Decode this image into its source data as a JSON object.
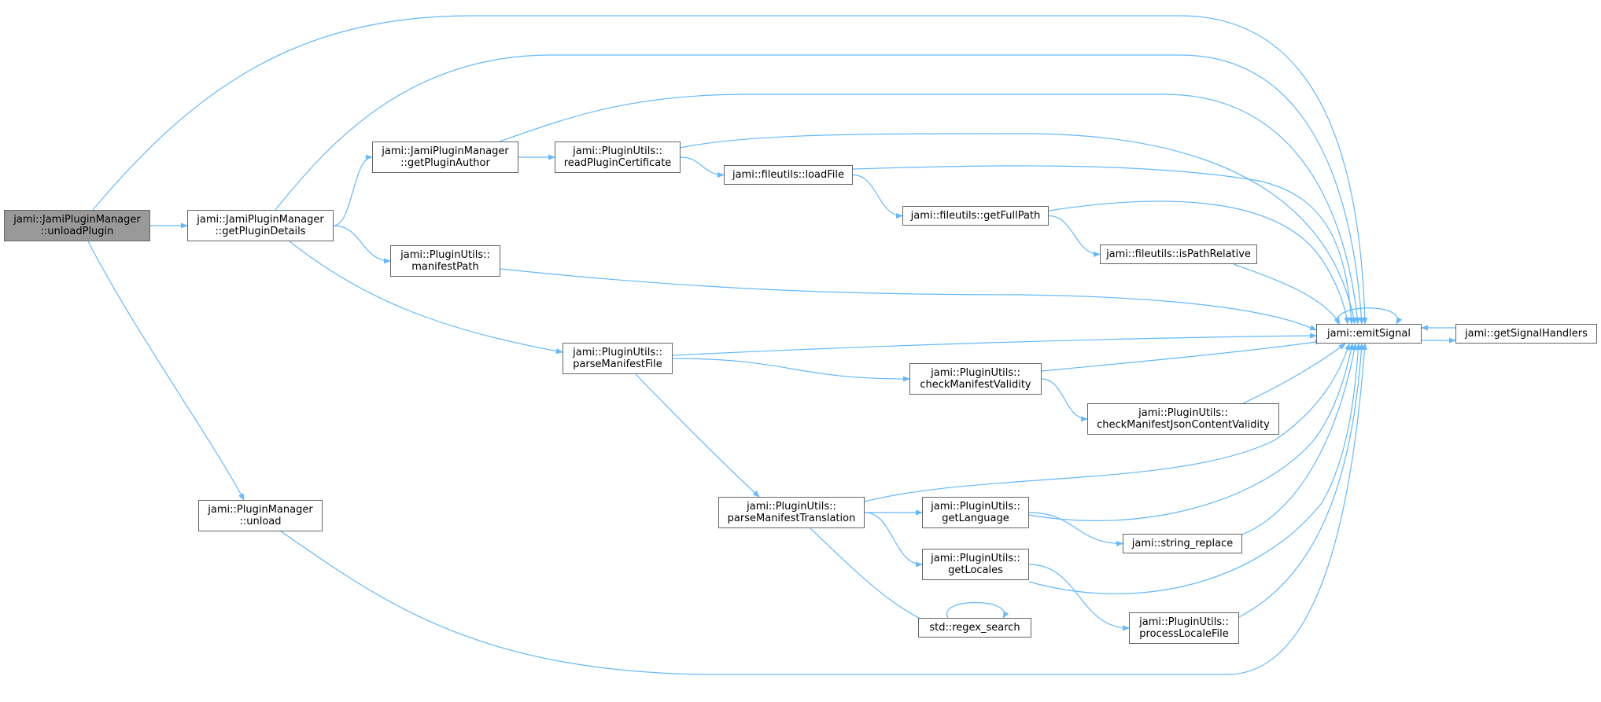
{
  "graph": {
    "edge_color": "#63b8ff",
    "root_fill": "#999999",
    "node_border": "#666666",
    "nodes": [
      {
        "id": "unloadPlugin",
        "lines": [
          "jami::JamiPluginManager",
          "::unloadPlugin"
        ],
        "root": true
      },
      {
        "id": "getPluginDetails",
        "lines": [
          "jami::JamiPluginManager",
          "::getPluginDetails"
        ]
      },
      {
        "id": "pmUnload",
        "lines": [
          "jami::PluginManager",
          "::unload"
        ]
      },
      {
        "id": "getPluginAuthor",
        "lines": [
          "jami::JamiPluginManager",
          "::getPluginAuthor"
        ]
      },
      {
        "id": "manifestPath",
        "lines": [
          "jami::PluginUtils::",
          "manifestPath"
        ]
      },
      {
        "id": "parseManifestFile",
        "lines": [
          "jami::PluginUtils::",
          "parseManifestFile"
        ]
      },
      {
        "id": "readPluginCertificate",
        "lines": [
          "jami::PluginUtils::",
          "readPluginCertificate"
        ]
      },
      {
        "id": "loadFile",
        "lines": [
          "jami::fileutils::loadFile"
        ]
      },
      {
        "id": "getFullPath",
        "lines": [
          "jami::fileutils::getFullPath"
        ]
      },
      {
        "id": "isPathRelative",
        "lines": [
          "jami::fileutils::isPathRelative"
        ]
      },
      {
        "id": "checkManifestValidity",
        "lines": [
          "jami::PluginUtils::",
          "checkManifestValidity"
        ]
      },
      {
        "id": "checkManifestJsonContentValidity",
        "lines": [
          "jami::PluginUtils::",
          "checkManifestJsonContentValidity"
        ]
      },
      {
        "id": "parseManifestTranslation",
        "lines": [
          "jami::PluginUtils::",
          "parseManifestTranslation"
        ]
      },
      {
        "id": "getLanguage",
        "lines": [
          "jami::PluginUtils::",
          "getLanguage"
        ]
      },
      {
        "id": "getLocales",
        "lines": [
          "jami::PluginUtils::",
          "getLocales"
        ]
      },
      {
        "id": "regexSearch",
        "lines": [
          "std::regex_search"
        ]
      },
      {
        "id": "stringReplace",
        "lines": [
          "jami::string_replace"
        ]
      },
      {
        "id": "processLocaleFile",
        "lines": [
          "jami::PluginUtils::",
          "processLocaleFile"
        ]
      },
      {
        "id": "emitSignal",
        "lines": [
          "jami::emitSignal"
        ]
      },
      {
        "id": "getSignalHandlers",
        "lines": [
          "jami::getSignalHandlers"
        ]
      }
    ],
    "edges": [
      [
        "unloadPlugin",
        "getPluginDetails"
      ],
      [
        "unloadPlugin",
        "pmUnload"
      ],
      [
        "unloadPlugin",
        "emitSignal"
      ],
      [
        "getPluginDetails",
        "getPluginAuthor"
      ],
      [
        "getPluginDetails",
        "manifestPath"
      ],
      [
        "getPluginDetails",
        "parseManifestFile"
      ],
      [
        "getPluginDetails",
        "emitSignal"
      ],
      [
        "pmUnload",
        "emitSignal"
      ],
      [
        "getPluginAuthor",
        "readPluginCertificate"
      ],
      [
        "getPluginAuthor",
        "emitSignal"
      ],
      [
        "readPluginCertificate",
        "loadFile"
      ],
      [
        "readPluginCertificate",
        "emitSignal"
      ],
      [
        "loadFile",
        "getFullPath"
      ],
      [
        "loadFile",
        "emitSignal"
      ],
      [
        "getFullPath",
        "isPathRelative"
      ],
      [
        "getFullPath",
        "emitSignal"
      ],
      [
        "isPathRelative",
        "emitSignal"
      ],
      [
        "manifestPath",
        "emitSignal"
      ],
      [
        "parseManifestFile",
        "checkManifestValidity"
      ],
      [
        "parseManifestFile",
        "parseManifestTranslation"
      ],
      [
        "parseManifestFile",
        "emitSignal"
      ],
      [
        "checkManifestValidity",
        "checkManifestJsonContentValidity"
      ],
      [
        "checkManifestValidity",
        "emitSignal"
      ],
      [
        "checkManifestJsonContentValidity",
        "emitSignal"
      ],
      [
        "parseManifestTranslation",
        "getLanguage"
      ],
      [
        "parseManifestTranslation",
        "getLocales"
      ],
      [
        "parseManifestTranslation",
        "regexSearch"
      ],
      [
        "parseManifestTranslation",
        "emitSignal"
      ],
      [
        "getLanguage",
        "stringReplace"
      ],
      [
        "getLanguage",
        "emitSignal"
      ],
      [
        "stringReplace",
        "emitSignal"
      ],
      [
        "getLocales",
        "processLocaleFile"
      ],
      [
        "getLocales",
        "emitSignal"
      ],
      [
        "processLocaleFile",
        "emitSignal"
      ],
      [
        "regexSearch",
        "regexSearch"
      ],
      [
        "emitSignal",
        "emitSignal"
      ],
      [
        "emitSignal",
        "getSignalHandlers"
      ],
      [
        "getSignalHandlers",
        "emitSignal"
      ]
    ]
  }
}
